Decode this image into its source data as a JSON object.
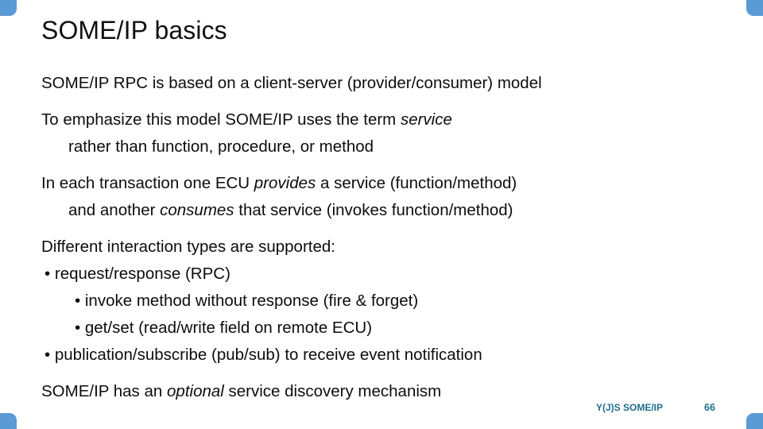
{
  "slide": {
    "title": "SOME/IP basics",
    "accent_color": "#5B9BD5",
    "footer_color": "#1F6E8C",
    "text_color": "#0D0D0D",
    "background_color": "#FFFFFF"
  },
  "content": {
    "p1": {
      "line1": "SOME/IP RPC is based on a client-server (provider/consumer) model"
    },
    "p2": {
      "line1_a": "To emphasize this model SOME/IP uses the term ",
      "line1_em": "service",
      "line2": "rather than function, procedure, or method"
    },
    "p3": {
      "line1_a": "In each transaction one ECU ",
      "line1_em": "provides",
      "line1_b": " a service (function/method)",
      "line2_a": "and another ",
      "line2_em": "consumes",
      "line2_b": " that service (invokes function/method)"
    },
    "p4": {
      "intro": "Different interaction types are supported:",
      "bullet1": "• request/response (RPC)",
      "bullet2": "• invoke method without response (fire & forget)",
      "bullet3": "• get/set (read/write field on remote ECU)",
      "bullet4": "• publication/subscribe (pub/sub) to receive event notification"
    },
    "p5": {
      "line1_a": "SOME/IP has an ",
      "line1_em": "optional",
      "line1_b": " service discovery mechanism"
    }
  },
  "footer": {
    "label": "Y(J)S  SOME/IP",
    "page_number": "66"
  }
}
